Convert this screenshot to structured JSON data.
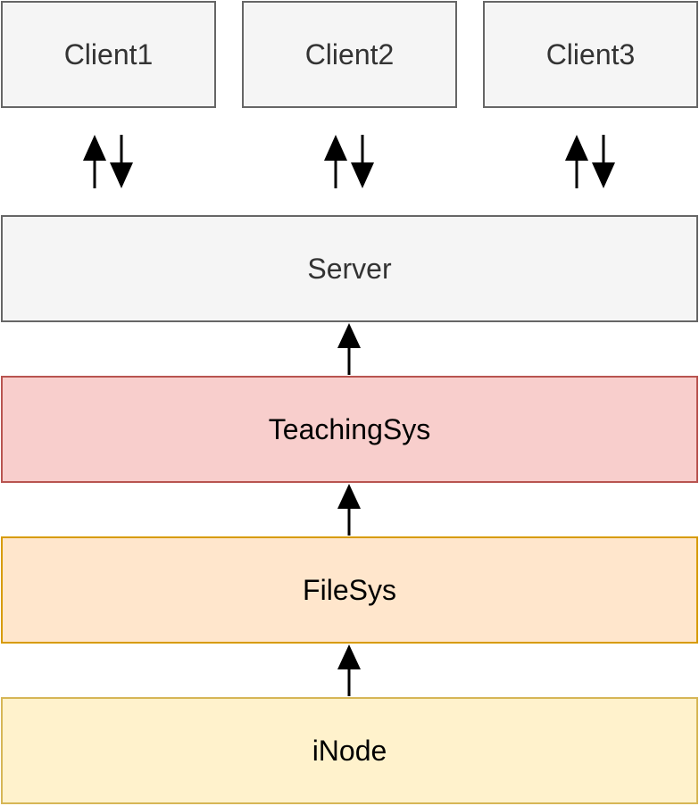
{
  "diagram": {
    "nodes": {
      "client1": {
        "label": "Client1"
      },
      "client2": {
        "label": "Client2"
      },
      "client3": {
        "label": "Client3"
      },
      "server": {
        "label": "Server"
      },
      "teaching": {
        "label": "TeachingSys"
      },
      "filesys": {
        "label": "FileSys"
      },
      "inode": {
        "label": "iNode"
      }
    },
    "edges": [
      {
        "from": "Client1",
        "to": "Server",
        "direction": "bidirectional"
      },
      {
        "from": "Client2",
        "to": "Server",
        "direction": "bidirectional"
      },
      {
        "from": "Client3",
        "to": "Server",
        "direction": "bidirectional"
      },
      {
        "from": "TeachingSys",
        "to": "Server",
        "direction": "up"
      },
      {
        "from": "FileSys",
        "to": "TeachingSys",
        "direction": "up"
      },
      {
        "from": "iNode",
        "to": "FileSys",
        "direction": "up"
      }
    ]
  },
  "colors": {
    "client_fill": "#f5f5f5",
    "client_border": "#666666",
    "client_text": "#333333",
    "server_fill": "#f5f5f5",
    "server_border": "#666666",
    "server_text": "#333333",
    "teaching_fill": "#f8cecc",
    "teaching_border": "#b85450",
    "filesys_fill": "#ffe6cc",
    "filesys_border": "#d79b00",
    "inode_fill": "#fff2cc",
    "inode_border": "#d6b656",
    "arrow": "#000000"
  }
}
